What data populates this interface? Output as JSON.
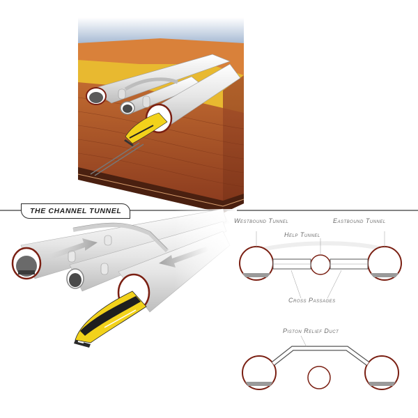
{
  "title": "THE CHANNEL TUNNEL",
  "labels": {
    "westbound": "Westbound Tunnel",
    "eastbound": "Eastbound Tunnel",
    "help": "Help Tunnel",
    "cross": "Cross Passages",
    "piston": "Piston Relief Duct"
  },
  "colors": {
    "sky": "#8fa8c8",
    "earth_dark": "#8a3a1e",
    "earth_mid": "#b05a2c",
    "earth_light": "#d98a3a",
    "yellow_layer": "#e8b930",
    "tunnel_rim": "#7a1f12",
    "tunnel_body": "#f2f2f2",
    "train_yellow": "#f2d21b"
  }
}
